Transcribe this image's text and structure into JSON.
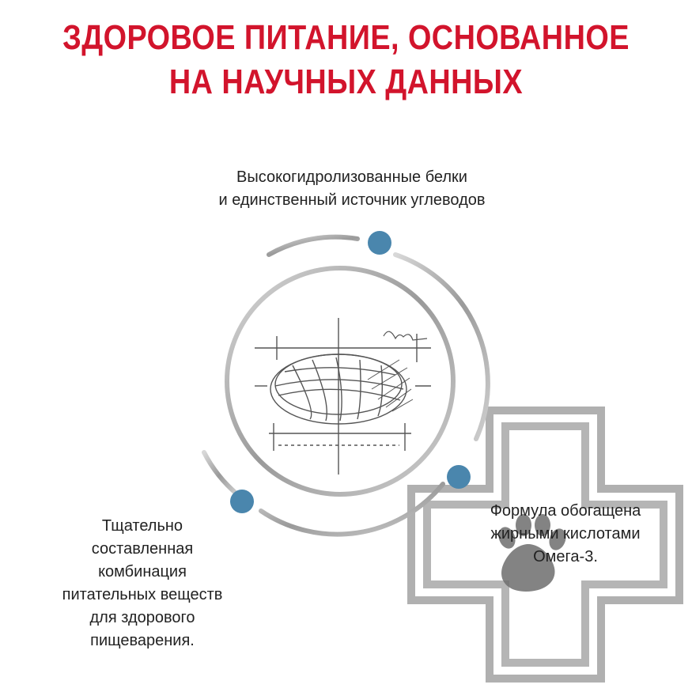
{
  "headline": {
    "line1": "ЗДОРОВОЕ ПИТАНИЕ, ОСНОВАННОЕ",
    "line2": "НА НАУЧНЫХ ДАННЫХ"
  },
  "features": [
    {
      "lines": [
        "Высокогидролизованные белки",
        "и единственный источник углеводов"
      ]
    },
    {
      "lines": [
        "Тщательно",
        "составленная",
        "комбинация",
        "питательных веществ",
        "для здорового",
        "пищеварения."
      ]
    },
    {
      "lines": [
        "Формула обогащена",
        "жирными кислотами",
        "Омега-3."
      ]
    }
  ],
  "colors": {
    "headline": "#d2142c",
    "dot": "#4a86ad",
    "ring": "#b9b9b9",
    "cross": "#a9a9a9"
  },
  "icons": [
    "kibble-sketch-icon",
    "medical-cross-icon",
    "paw-print-icon"
  ]
}
